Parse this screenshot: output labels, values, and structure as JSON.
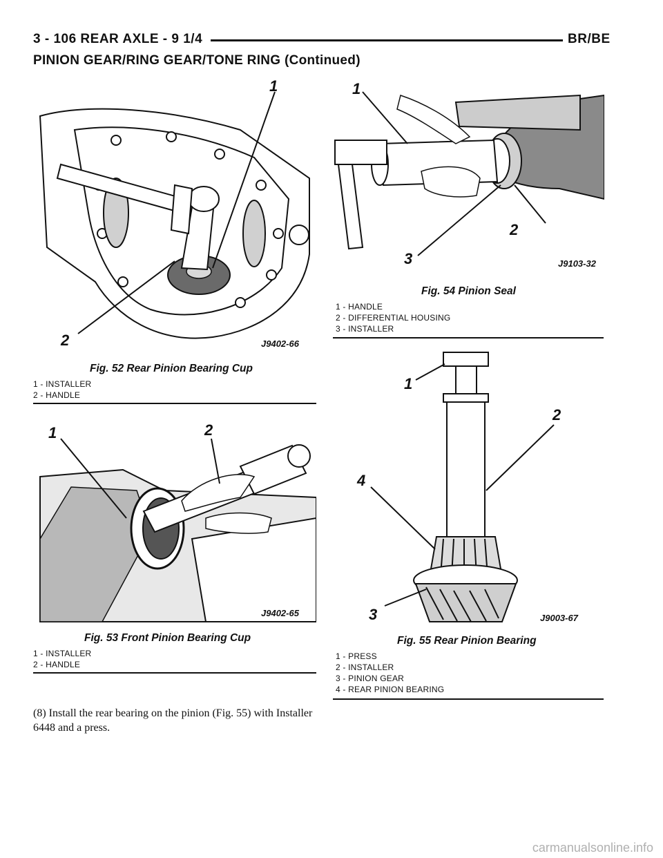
{
  "header": {
    "page_ref": "3 - 106    REAR AXLE - 9 1/4",
    "model_code": "BR/BE"
  },
  "section_title": "PINION GEAR/RING GEAR/TONE RING (Continued)",
  "figures": [
    {
      "caption": "Fig. 52 Rear Pinion Bearing Cup",
      "figure_id": "J9402-66",
      "callouts": [
        "1",
        "2"
      ],
      "legend": [
        "1 - INSTALLER",
        "2 - HANDLE"
      ]
    },
    {
      "caption": "Fig. 53 Front Pinion Bearing Cup",
      "figure_id": "J9402-65",
      "callouts": [
        "1",
        "2"
      ],
      "legend": [
        "1 - INSTALLER",
        "2 - HANDLE"
      ]
    },
    {
      "caption": "Fig. 54 Pinion Seal",
      "figure_id": "J9103-32",
      "callouts": [
        "1",
        "2",
        "3"
      ],
      "legend": [
        "1 - HANDLE",
        "2 - DIFFERENTIAL HOUSING",
        "3 - INSTALLER"
      ]
    },
    {
      "caption": "Fig. 55 Rear Pinion Bearing",
      "figure_id": "J9003-67",
      "callouts": [
        "1",
        "2",
        "3",
        "4"
      ],
      "legend": [
        "1 - PRESS",
        "2 - INSTALLER",
        "3 - PINION GEAR",
        "4 - REAR PINION BEARING"
      ]
    }
  ],
  "body_text": "(8) Install the rear bearing on the pinion (Fig. 55) with Installer 6448 and a press.",
  "watermark": "carmanualsonline.info"
}
